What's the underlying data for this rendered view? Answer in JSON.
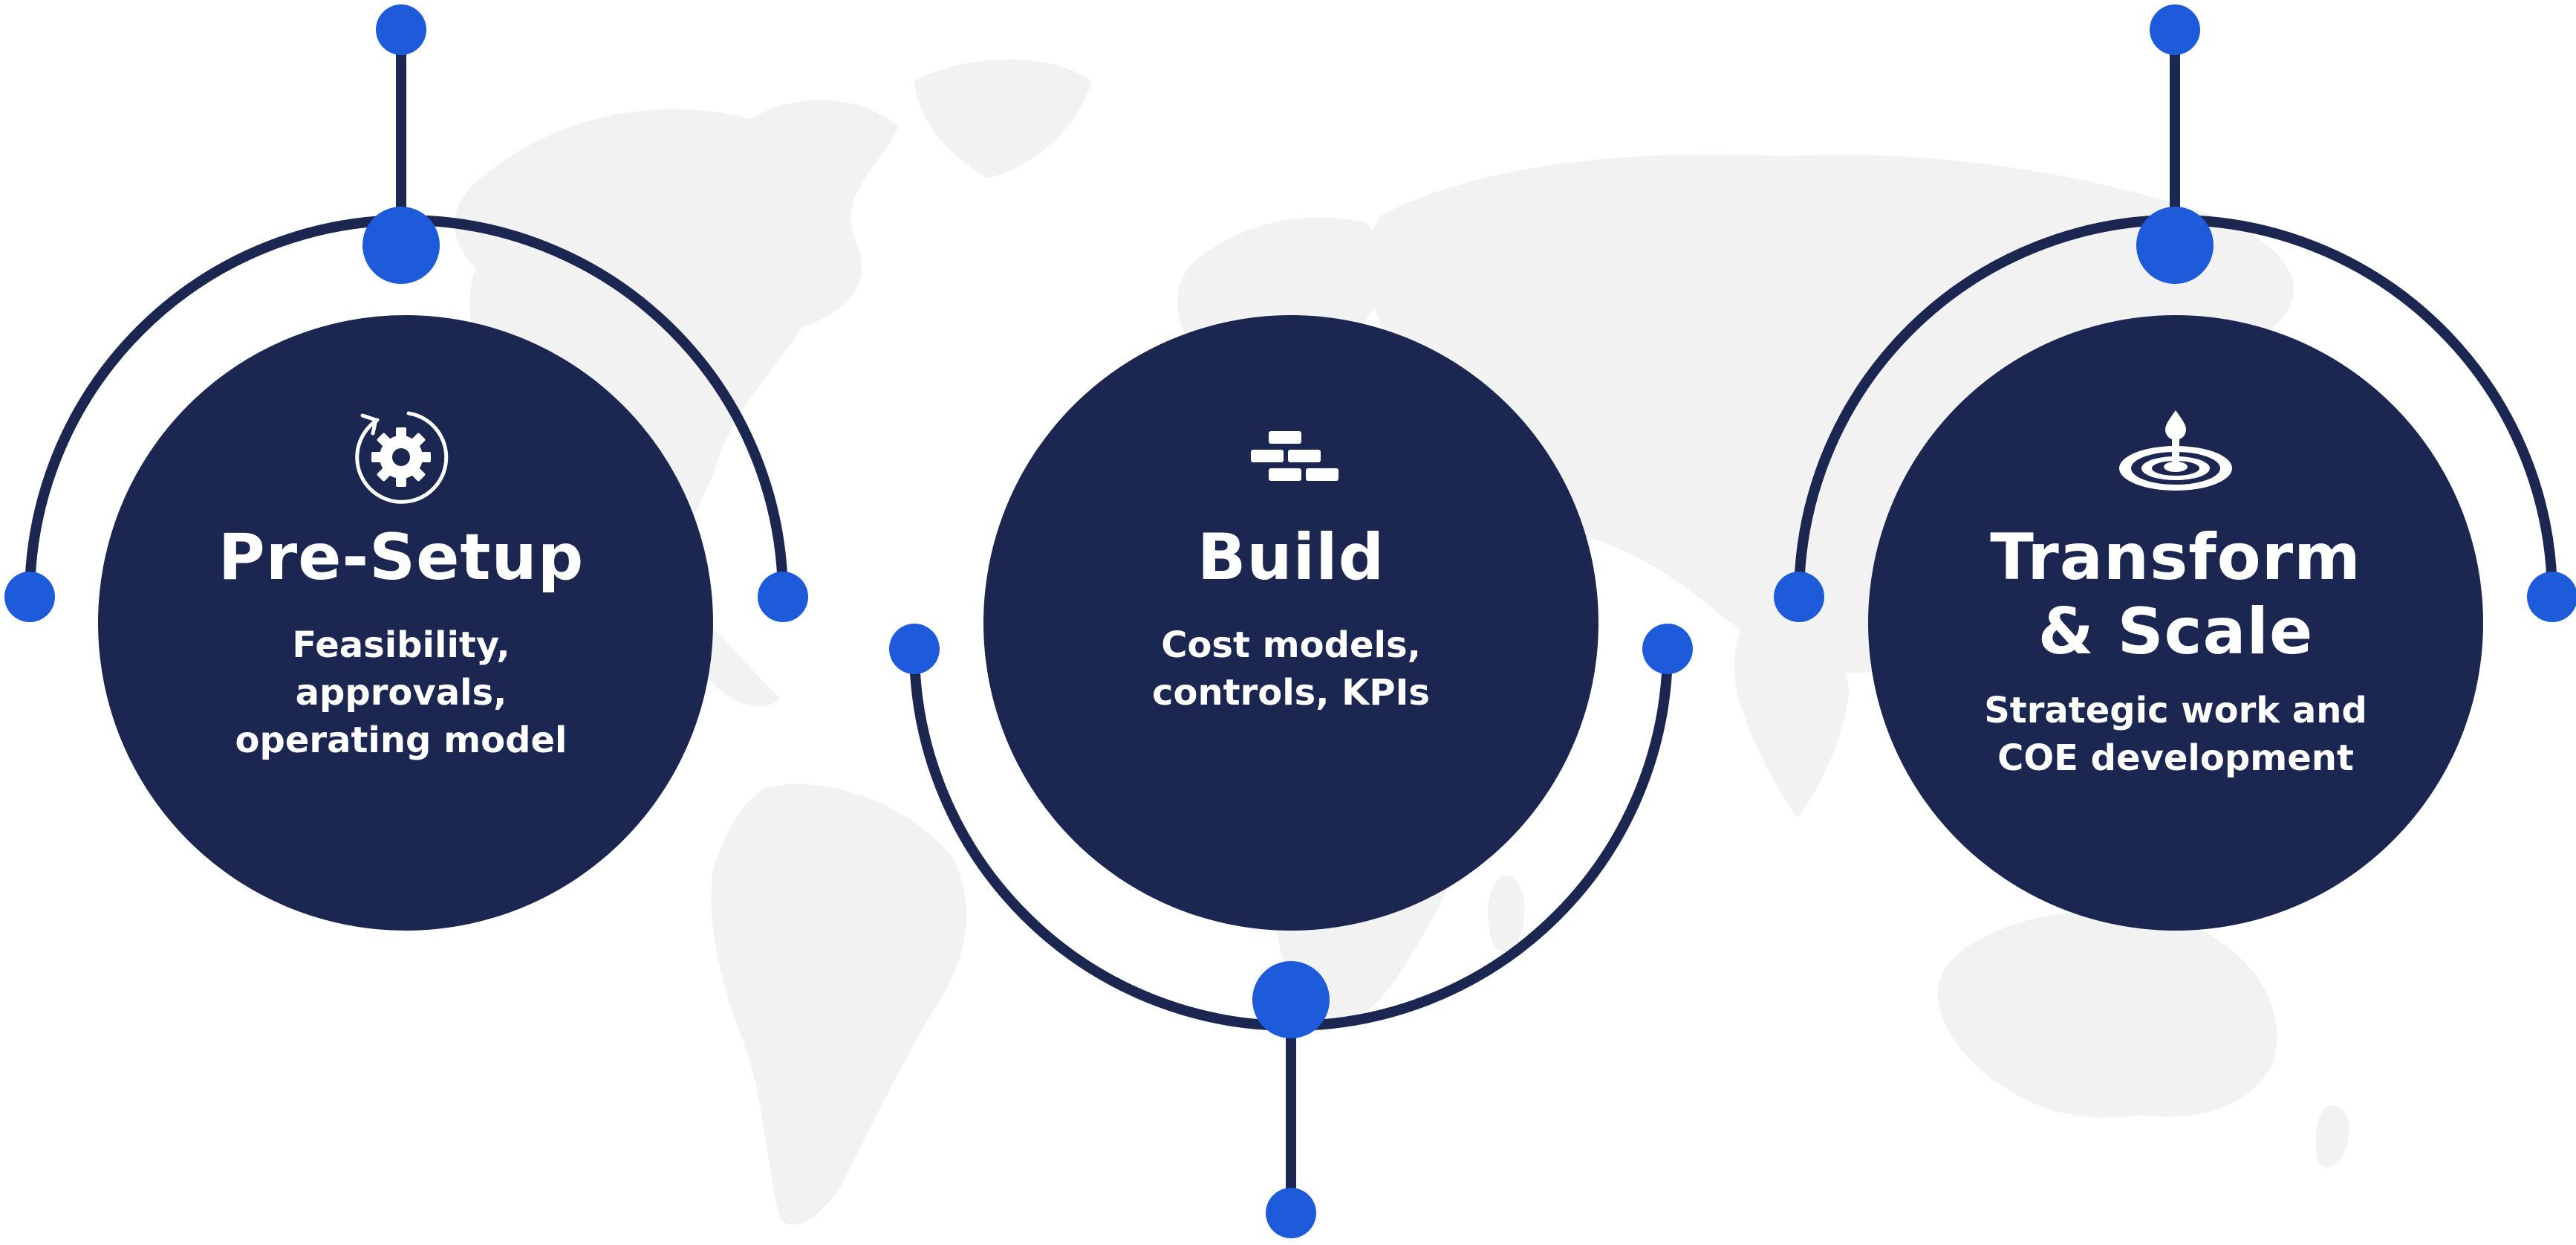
{
  "colors": {
    "navy": "#1b2651",
    "blue": "#1e5bdb",
    "map": "#f2f2f2",
    "text": "#ffffff"
  },
  "stages": [
    {
      "id": "pre-setup",
      "title": "Pre-Setup",
      "description": "Feasibility,\napprovals,\noperating model",
      "icon": "gear-refresh-icon"
    },
    {
      "id": "build",
      "title": "Build",
      "description": "Cost models,\ncontrols, KPIs",
      "icon": "bricks-icon"
    },
    {
      "id": "transform",
      "title": "Transform\n& Scale",
      "description": "Strategic work and\nCOE development",
      "icon": "water-ripple-icon"
    }
  ]
}
